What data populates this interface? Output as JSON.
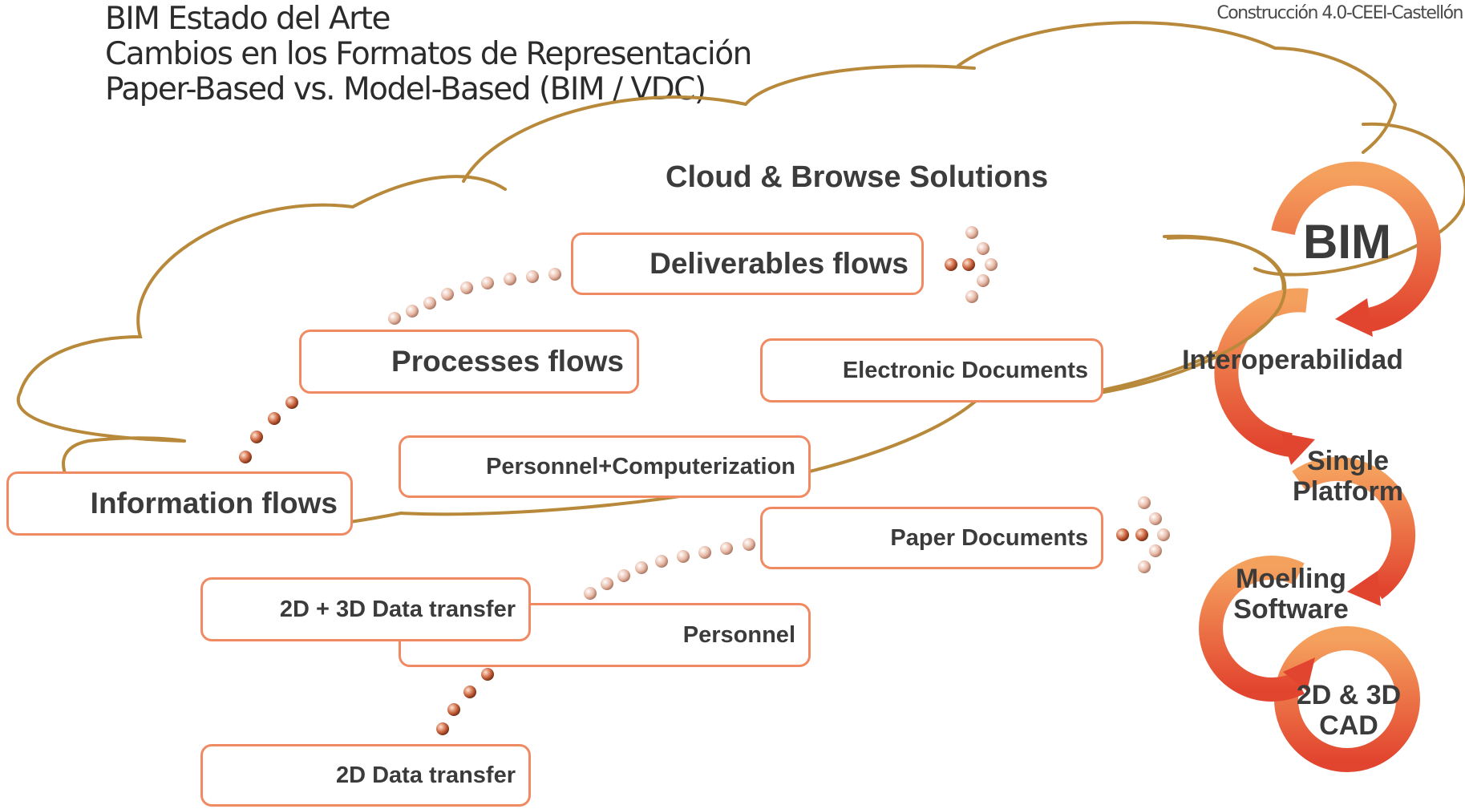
{
  "header": {
    "title_lines": [
      "BIM Estado del Arte",
      "Cambios en los Formatos de Representación",
      "Paper-Based vs. Model-Based (BIM / VDC)"
    ],
    "corner_text": "Construcción 4.0-CEEI-Castellón"
  },
  "cloud": {
    "label": "Cloud & Browse Solutions",
    "outline_color": "#b8893a"
  },
  "boxes": {
    "deliverables": "Deliverables flows",
    "processes": "Processes flows",
    "information": "Information flows",
    "electronic_documents": "Electronic Documents",
    "personnel_computerization": "Personnel+Computerization",
    "paper_documents": "Paper Documents",
    "data_transfer_2d3d": "2D + 3D Data transfer",
    "personnel": "Personnel",
    "data_transfer_2d": "2D Data transfer"
  },
  "rings": {
    "bim": "BIM",
    "interoperabilidad": "Interoperabilidad",
    "single_platform": "Single Platform",
    "modelling_software": "Moelling Software",
    "cad": "2D & 3D CAD"
  },
  "colors": {
    "box_border": "#f08a62",
    "ring_outer": "#f39c5f",
    "ring_inner": "#e2492f",
    "dot": "#c9623c"
  }
}
